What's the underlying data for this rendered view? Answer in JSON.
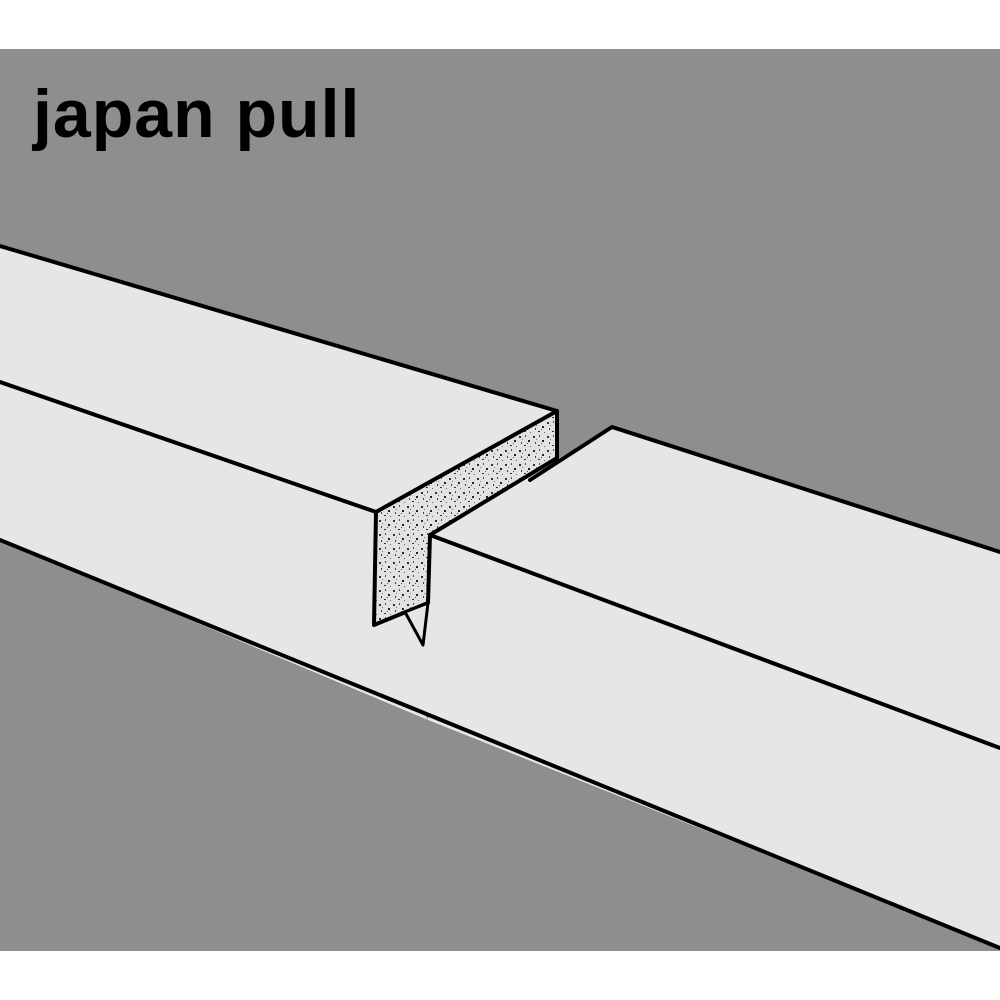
{
  "diagram": {
    "title": "japan pull",
    "colors": {
      "background": "#8e8e8e",
      "board_fill": "#e6e6e6",
      "outline": "#000000",
      "cut_face": "#d8d8d8",
      "page": "#ffffff"
    },
    "elements": [
      {
        "name": "left-board",
        "description": "wooden board with kerf cut at right end"
      },
      {
        "name": "right-board",
        "description": "wooden board adjoining"
      },
      {
        "name": "saw-kerf-cut-face",
        "description": "stippled cut surface (end grain)"
      },
      {
        "name": "saw-tooth",
        "description": "small triangular tip below the kerf"
      }
    ]
  }
}
